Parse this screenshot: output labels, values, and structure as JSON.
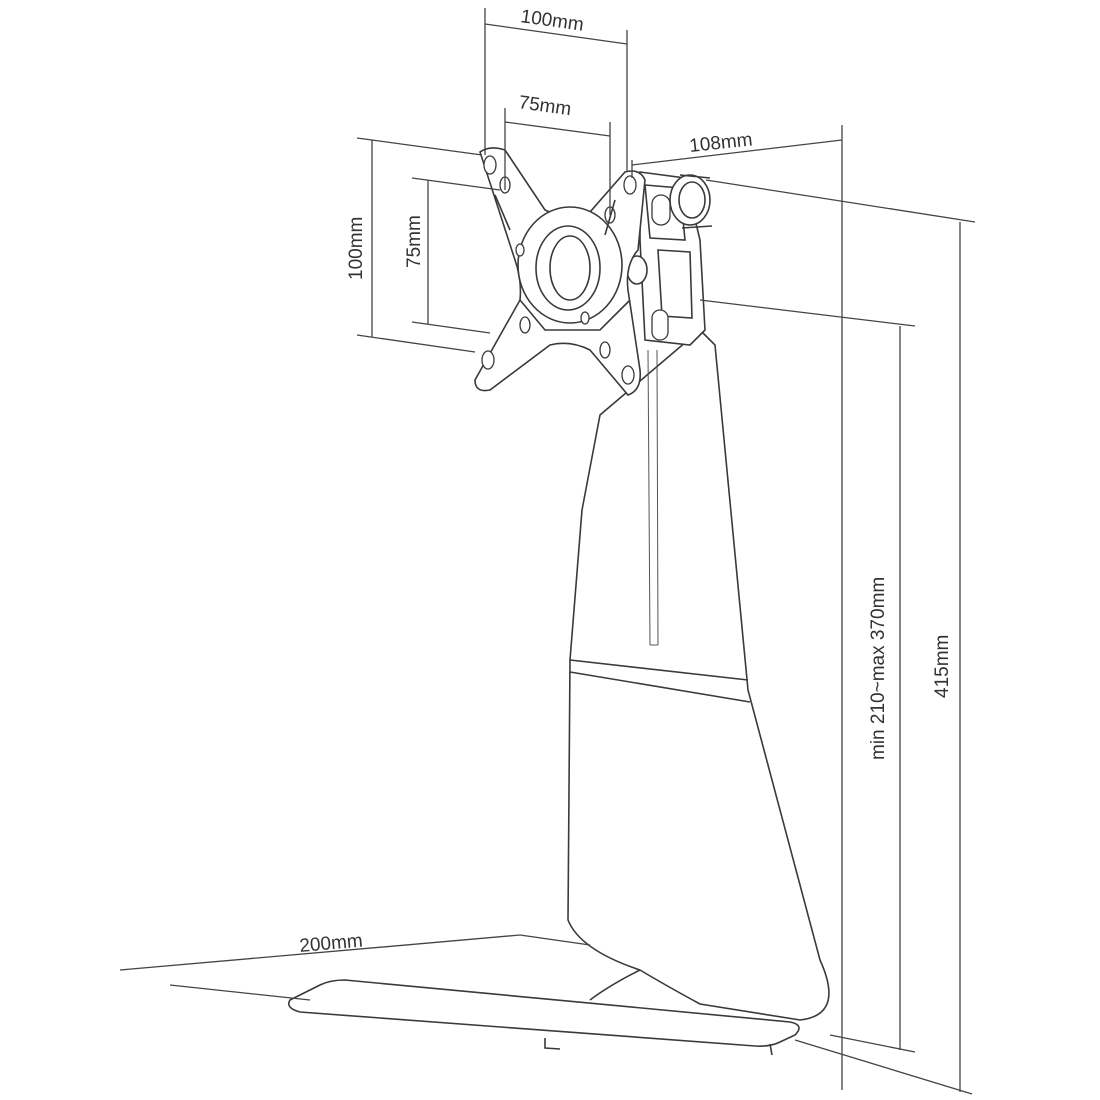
{
  "diagram": {
    "labels": {
      "vesa_width_100": "100mm",
      "vesa_width_75": "75mm",
      "vesa_height_100": "100mm",
      "vesa_height_75": "75mm",
      "arm_depth": "108mm",
      "adjustable_height": "min 210~max 370mm",
      "total_height": "415mm",
      "base_depth": "200mm"
    },
    "colors": {
      "line": "#444444",
      "background": "#ffffff"
    }
  }
}
